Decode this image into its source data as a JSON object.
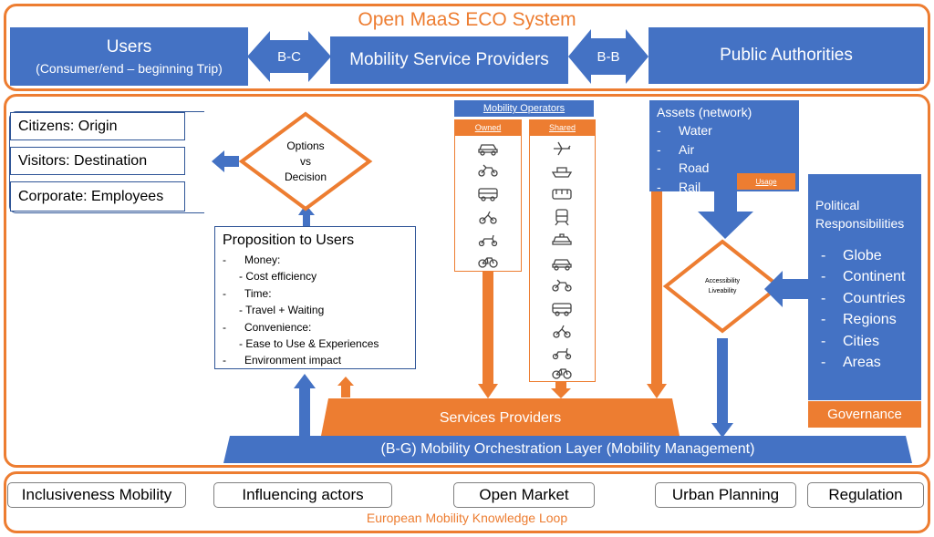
{
  "top": {
    "title": "Open MaaS ECO System",
    "users": {
      "title": "Users",
      "subtitle": "(Consumer/end – beginning Trip)"
    },
    "bc": "B-C",
    "msp": "Mobility Service Providers",
    "bb": "B-B",
    "public_authorities": "Public Authorities"
  },
  "user_types": [
    "Citizens: Origin",
    "Visitors: Destination",
    "Corporate: Employees"
  ],
  "decision": {
    "line1": "Options",
    "line2": "vs",
    "line3": "Decision"
  },
  "proposition": {
    "title": "Proposition to Users",
    "items": [
      {
        "dash": "-",
        "text": "Money:",
        "indent": false
      },
      {
        "dash": "",
        "text": "- Cost efficiency",
        "indent": true
      },
      {
        "dash": "-",
        "text": "Time:",
        "indent": false
      },
      {
        "dash": "",
        "text": "- Travel + Waiting",
        "indent": true
      },
      {
        "dash": "-",
        "text": "Convenience:",
        "indent": false
      },
      {
        "dash": "",
        "text": "- Ease to Use & Experiences",
        "indent": true
      },
      {
        "dash": "-",
        "text": "Environment impact",
        "indent": false
      }
    ]
  },
  "operators": {
    "title": "Mobility Operators",
    "owned": "Owned",
    "shared": "Shared",
    "owned_icons": [
      "car-icon",
      "motorbike-icon",
      "van-icon",
      "scooter-icon",
      "moped-icon",
      "bicycle-icon"
    ],
    "shared_icons": [
      "plane-icon",
      "ship-icon",
      "bus-icon",
      "train-icon",
      "taxi-icon",
      "car-icon",
      "motorbike-icon",
      "van-icon",
      "scooter-icon",
      "moped-icon",
      "bicycle-icon"
    ]
  },
  "assets": {
    "title": "Assets (network)",
    "items": [
      "Water",
      "Air",
      "Road",
      "Rail"
    ],
    "usage": "Usage"
  },
  "accessibility": {
    "line1": "Accessibility",
    "line2": "Liveability"
  },
  "political": {
    "title_line1": "Political",
    "title_line2": "Responsibilities",
    "items": [
      "Globe",
      "Continent",
      "Countries",
      "Regions",
      "Cities",
      "Areas"
    ],
    "governance": "Governance"
  },
  "services_providers": "Services Providers",
  "orchestration": "(B-G) Mobility Orchestration Layer (Mobility Management)",
  "bottom": {
    "items": [
      "Inclusiveness Mobility",
      "Influencing actors",
      "Open Market",
      "Urban Planning",
      "Regulation"
    ],
    "loop": "European Mobility Knowledge Loop"
  },
  "colors": {
    "orange": "#ED7D31",
    "blue": "#4472C4",
    "dark_blue": "#2F5597"
  }
}
